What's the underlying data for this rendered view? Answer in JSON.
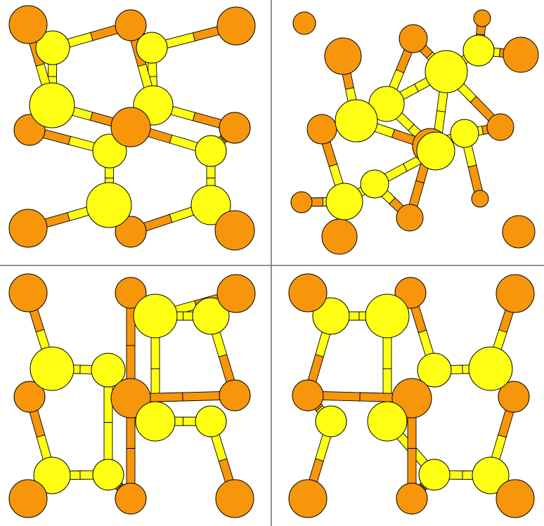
{
  "figure": {
    "panels": [
      {
        "view": "top-left"
      },
      {
        "view": "top-right"
      },
      {
        "view": "bottom-left"
      },
      {
        "view": "bottom-right"
      }
    ]
  },
  "colors": {
    "atom_a": "#f7960a",
    "atom_b": "#ffff14",
    "outline": "#000000",
    "divider": "#6e6e6e",
    "background": "#ffffff"
  }
}
